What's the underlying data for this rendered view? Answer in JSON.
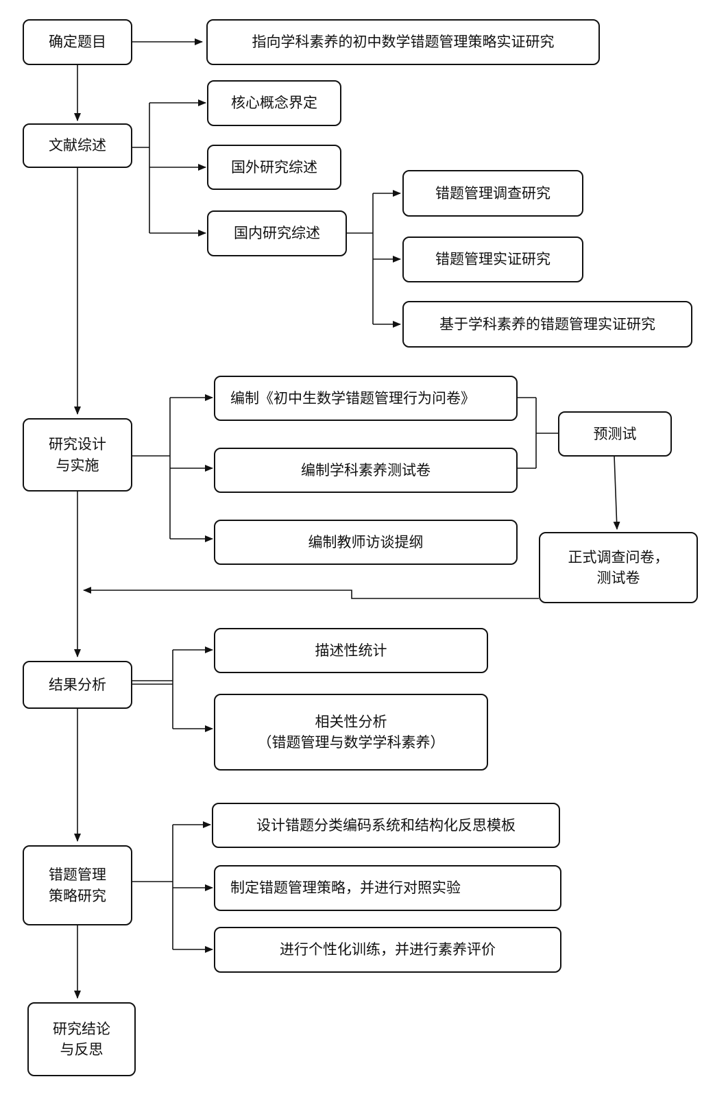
{
  "main_steps": [
    {
      "id": "s1",
      "label": "确定题目"
    },
    {
      "id": "s2",
      "label": "文献综述"
    },
    {
      "id": "s3",
      "lines": [
        "研究设计",
        "与实施"
      ]
    },
    {
      "id": "s4",
      "label": "结果分析"
    },
    {
      "id": "s5",
      "lines": [
        "错题管理",
        "策略研究"
      ]
    },
    {
      "id": "s6",
      "lines": [
        "研究结论",
        "与反思"
      ]
    }
  ],
  "topic": "指向学科素养的初中数学错题管理策略实证研究",
  "literature": {
    "items": [
      "核心概念界定",
      "国外研究综述",
      "国内研究综述"
    ],
    "domestic_items": [
      "错题管理调查研究",
      "错题管理实证研究",
      "基于学科素养的错题管理实证研究"
    ]
  },
  "design": {
    "items": [
      "编制《初中生数学错题管理行为问卷》",
      "编制学科素养测试卷",
      "编制教师访谈提纲"
    ],
    "pretest": "预测试",
    "formal": [
      "正式调查问卷，",
      "测试卷"
    ]
  },
  "analysis": {
    "items": [
      {
        "lines": [
          "描述性统计"
        ]
      },
      {
        "lines": [
          "相关性分析",
          "（错题管理与数学学科素养）"
        ]
      }
    ]
  },
  "strategy": {
    "items": [
      "设计错题分类编码系统和结构化反思模板",
      "制定错题管理策略，并进行对照实验",
      "进行个性化训练，并进行素养评价"
    ]
  }
}
